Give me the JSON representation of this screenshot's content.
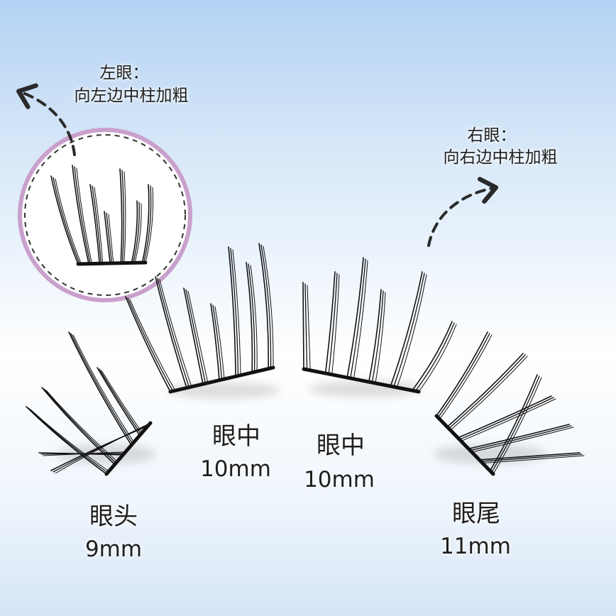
{
  "background": {
    "top": "#b3d2f3",
    "mid": "#ffffff",
    "bottom": "#d5e5f6"
  },
  "accent_colors": {
    "circle_fill": "#ffffff",
    "circle_border": "#c9a0cc",
    "lash": "#111111",
    "arrow": "#2a2a2a"
  },
  "left_note": {
    "line1": "左眼：",
    "line2": "向左边中柱加粗"
  },
  "right_note": {
    "line1": "右眼：",
    "line2": "向右边中柱加粗"
  },
  "segments": [
    {
      "name": "眼头",
      "length": "9mm"
    },
    {
      "name": "眼中",
      "length": "10mm"
    },
    {
      "name": "眼中",
      "length": "10mm"
    },
    {
      "name": "眼尾",
      "length": "11mm"
    }
  ],
  "icons": [
    "dashed-arrow-icon",
    "eyelash-cluster-icon"
  ]
}
